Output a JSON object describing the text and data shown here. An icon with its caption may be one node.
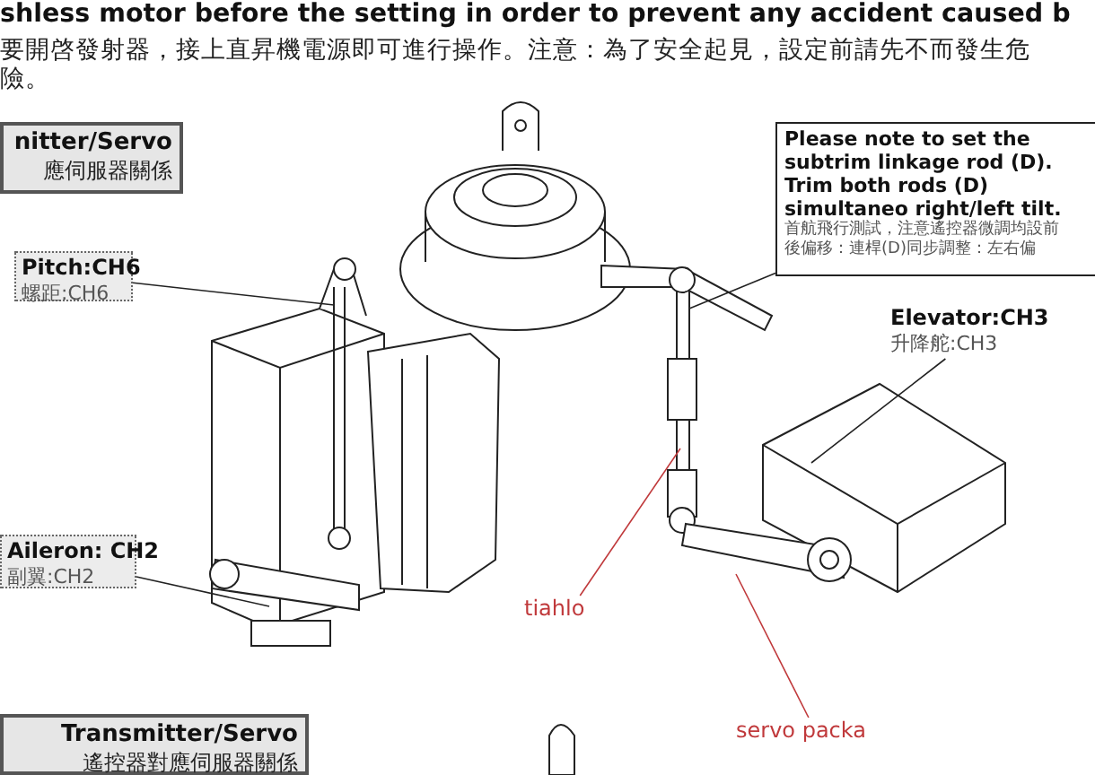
{
  "diagram": {
    "nodes": [
      {
        "text": [
          "nitter/Servo",
          "應伺服器關係"
        ]
      },
      {
        "text": [
          "Pitch:CH6",
          "螺距:CH6"
        ]
      },
      {
        "text": [
          "Aileron: CH2",
          "副翼:CH2"
        ]
      },
      {
        "text": [
          "Please note to set the subtrim linkage rod (D).",
          "Trim both rods (D) simultaneo right/left tilt.",
          "首航飛行測試，注意遙控器微調均設前後偏移：連桿(D)同步調整：左右偏"
        ]
      },
      {
        "text": [
          "Elevator:CH3",
          "升降舵:CH3"
        ]
      },
      {
        "text": [
          "tiahlo"
        ]
      },
      {
        "text": [
          "servo packa"
        ]
      },
      {
        "text": [
          "Transmitter/Servo",
          "遙控器對應伺服器關係"
        ]
      }
    ],
    "edges": [
      {
        "from": 1,
        "to": null,
        "arrow": "none"
      },
      {
        "from": 2,
        "to": null,
        "arrow": "none"
      },
      {
        "from": 3,
        "to": null,
        "arrow": "none"
      },
      {
        "from": 4,
        "to": null,
        "arrow": "none"
      },
      {
        "from": 5,
        "to": null,
        "arrow": "none",
        "color": "#c0393b"
      },
      {
        "from": 6,
        "to": null,
        "arrow": "none",
        "color": "#c0393b"
      }
    ],
    "labels": [
      "shless motor before the setting in order to prevent any accident caused b",
      "要開啓發射器，接上直昇機電源即可進行操作。注意：為了安全起見，設定前請先不而發生危險。"
    ]
  }
}
